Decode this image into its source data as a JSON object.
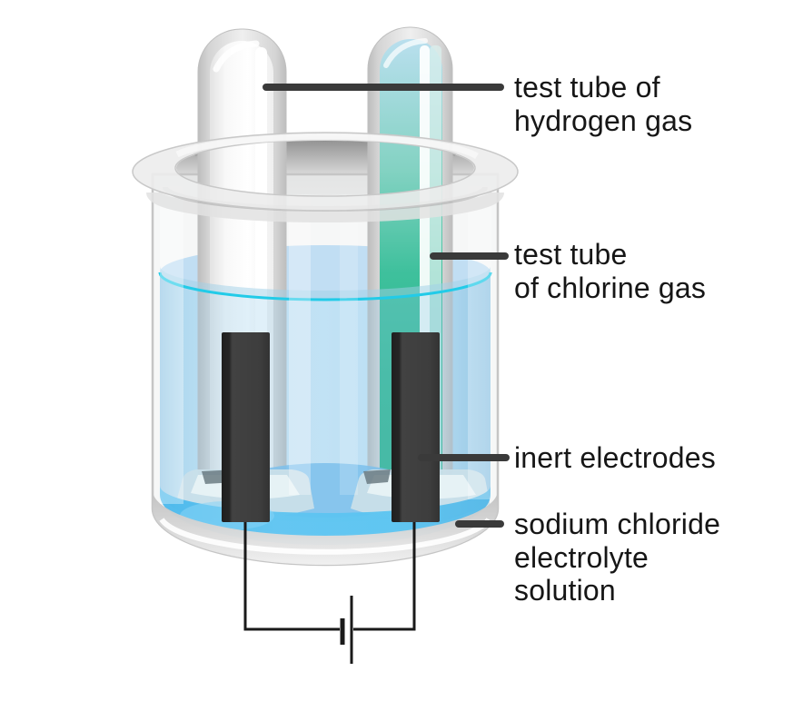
{
  "diagram": {
    "labels": {
      "hydrogen": [
        "test tube of",
        "hydrogen gas"
      ],
      "chlorine": [
        "test tube",
        "of chlorine gas"
      ],
      "electrodes": [
        "inert electrodes"
      ],
      "electrolyte": [
        "sodium chloride",
        "electrolyte",
        "solution"
      ]
    },
    "colors": {
      "background": "#ffffff",
      "text": "#161616",
      "leader_line": "#3a3a3a",
      "wire": "#1a1a1a",
      "waterline": "#22cbe8",
      "solution": "#d3ebfa",
      "solution_deep": "#5ec4f1",
      "chlorine_gas_top": "#b9dfee",
      "chlorine_gas_mid": "#3ec09c",
      "chlorine_gas_deep": "#29b28a",
      "hydrogen_gas": "#ffffff",
      "electrode": "#3d3d3d",
      "glass": "#d6d6d6"
    }
  }
}
